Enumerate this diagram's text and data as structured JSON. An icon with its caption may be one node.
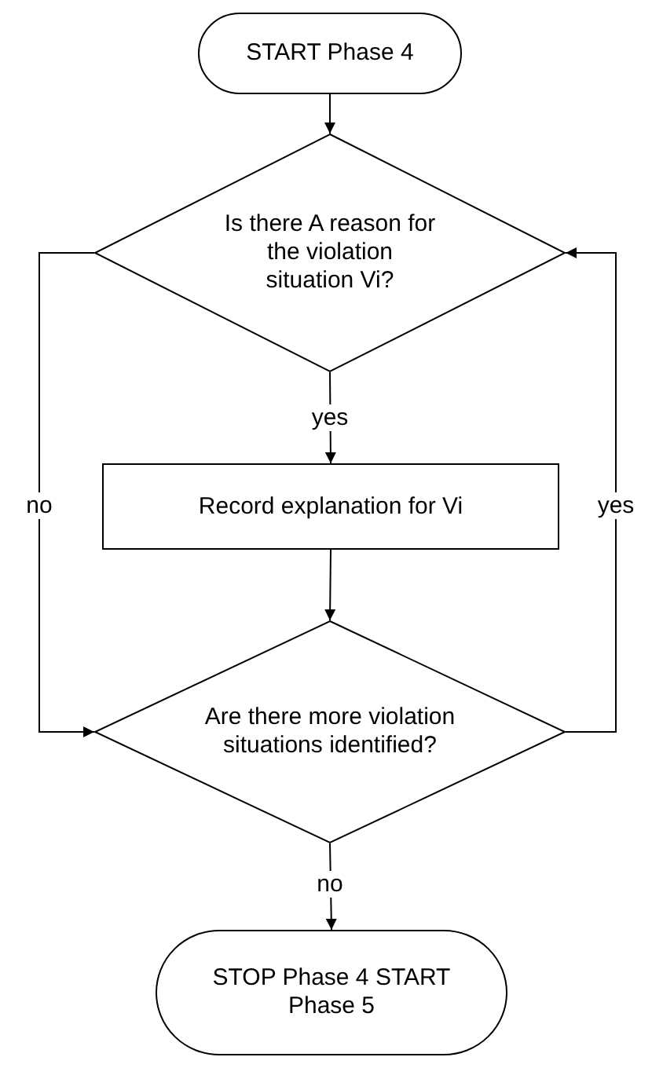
{
  "diagram": {
    "nodes": [
      {
        "text": [
          "START Phase 4"
        ]
      },
      {
        "text": [
          "Is there A reason for the violation situation Vi?"
        ]
      },
      {
        "text": [
          "Record explanation for Vi"
        ]
      },
      {
        "text": [
          "Are there more violation situations identified?"
        ]
      },
      {
        "text": [
          "STOP Phase 4 START Phase 5"
        ]
      }
    ],
    "edges": [
      {
        "from": 0,
        "to": 1,
        "arrow": "to"
      },
      {
        "from": 1,
        "to": 2,
        "arrow": "to",
        "label": "yes"
      },
      {
        "from": 1,
        "to": 3,
        "arrow": "to",
        "label": "no"
      },
      {
        "from": 2,
        "to": 3,
        "arrow": "to"
      },
      {
        "from": 3,
        "to": 1,
        "arrow": "to",
        "label": "yes"
      },
      {
        "from": 3,
        "to": 4,
        "arrow": "to",
        "label": "no"
      }
    ]
  }
}
